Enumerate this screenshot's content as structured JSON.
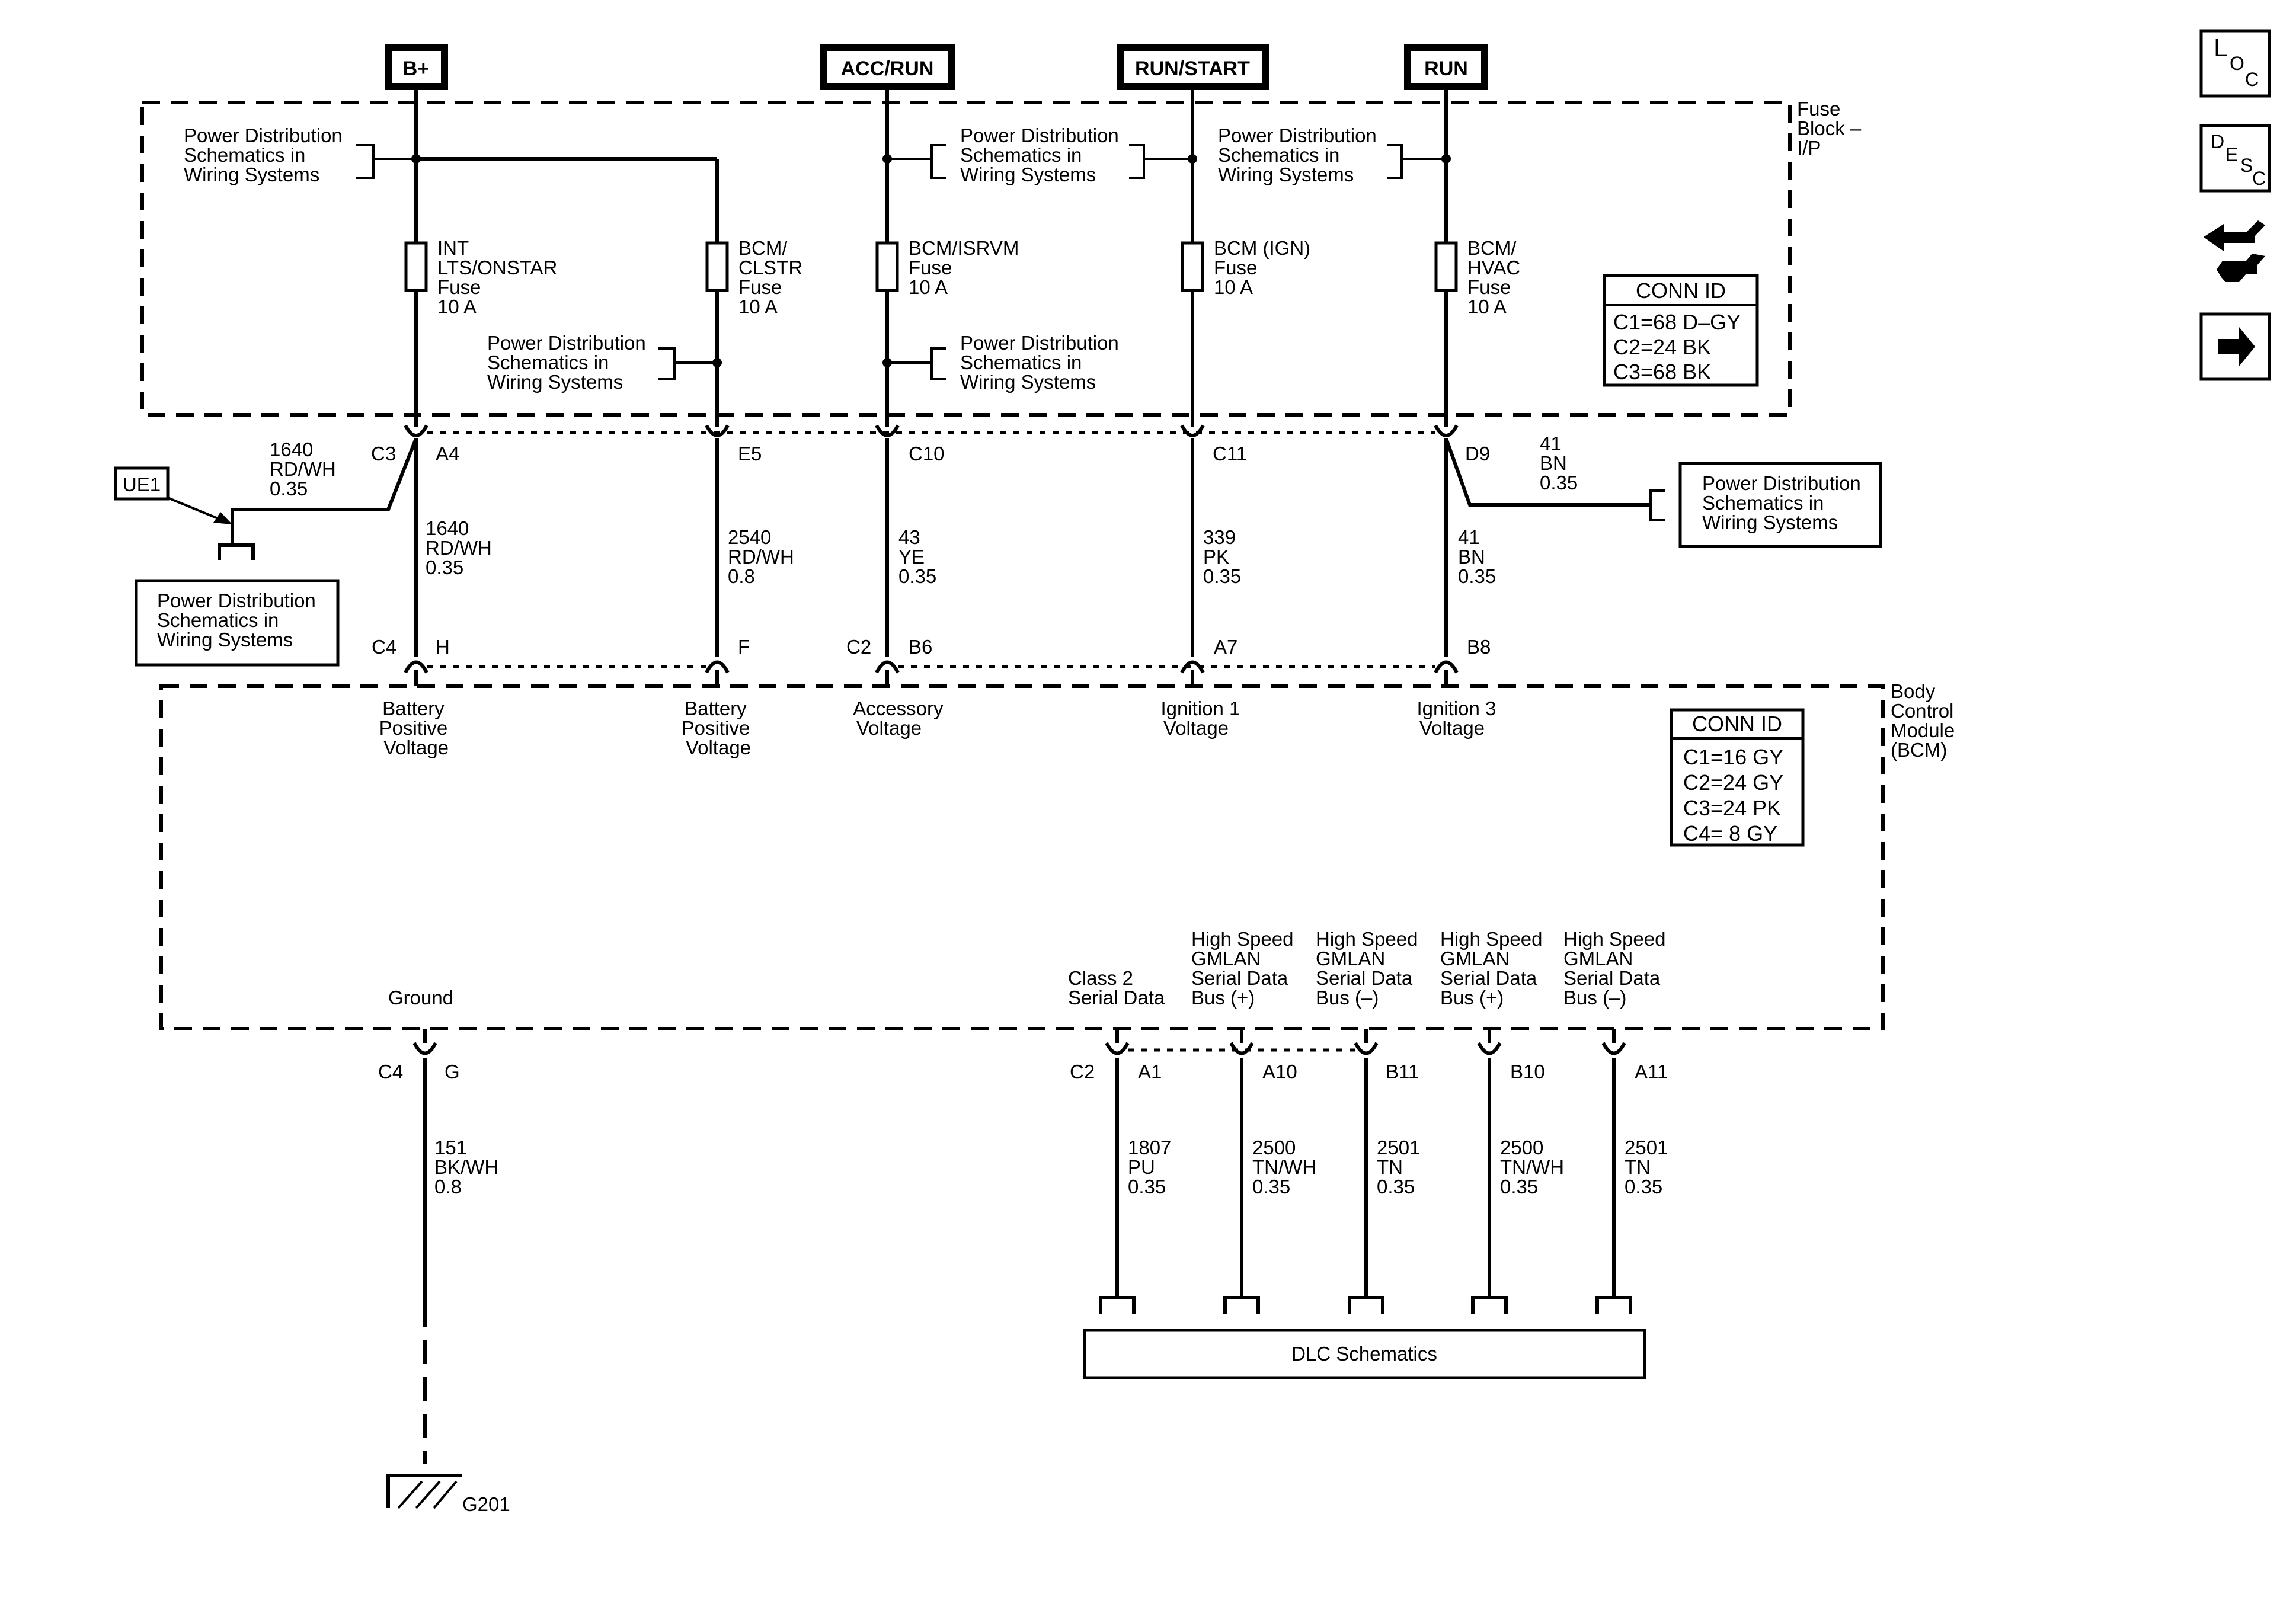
{
  "power_sources": [
    "B+",
    "ACC/RUN",
    "RUN/START",
    "RUN"
  ],
  "fuse_block": {
    "label": [
      "Fuse",
      "Block –",
      "I/P"
    ],
    "conn_id": {
      "title": "CONN ID",
      "rows": [
        "C1=68 D–GY",
        "C2=24 BK",
        "C3=68 BK"
      ]
    },
    "fuses": [
      [
        "INT",
        "LTS/ONSTAR",
        "Fuse",
        "10 A"
      ],
      [
        "BCM/",
        "CLSTR",
        "Fuse",
        "10 A"
      ],
      [
        "BCM/ISRVM",
        "Fuse",
        "10 A"
      ],
      [
        "BCM (IGN)",
        "Fuse",
        "10 A"
      ],
      [
        "BCM/",
        "HVAC",
        "Fuse",
        "10 A"
      ]
    ],
    "pds": [
      "Power Distribution",
      "Schematics in",
      "Wiring Systems"
    ],
    "pins": [
      "C3",
      "A4",
      "E5",
      "C10",
      "C11",
      "D9"
    ]
  },
  "ue1": {
    "label": "UE1",
    "wire": [
      "1640",
      "RD/WH",
      "0.35"
    ]
  },
  "d9_wire": [
    "41",
    "BN",
    "0.35"
  ],
  "wires_mid": [
    [
      "1640",
      "RD/WH",
      "0.35"
    ],
    [
      "2540",
      "RD/WH",
      "0.8"
    ],
    [
      "43",
      "YE",
      "0.35"
    ],
    [
      "339",
      "PK",
      "0.35"
    ],
    [
      "41",
      "BN",
      "0.35"
    ]
  ],
  "bcm_pins_top": [
    "C4",
    "H",
    "F",
    "C2",
    "B6",
    "A7",
    "B8"
  ],
  "bcm": {
    "label": [
      "Body",
      "Control",
      "Module",
      "(BCM)"
    ],
    "conn_id": {
      "title": "CONN ID",
      "rows": [
        "C1=16 GY",
        "C2=24 GY",
        "C3=24 PK",
        "C4=  8 GY"
      ]
    },
    "inputs": [
      [
        "Battery",
        "Positive",
        "Voltage"
      ],
      [
        "Battery",
        "Positive",
        "Voltage"
      ],
      [
        "Accessory",
        "Voltage"
      ],
      [
        "Ignition 1",
        "Voltage"
      ],
      [
        "Ignition 3",
        "Voltage"
      ]
    ],
    "ground": "Ground",
    "class2": [
      "Class 2",
      "Serial Data"
    ],
    "gmlan": [
      [
        "High Speed",
        "GMLAN",
        "Serial Data",
        "Bus (+)"
      ],
      [
        "High Speed",
        "GMLAN",
        "Serial Data",
        "Bus (–)"
      ],
      [
        "High Speed",
        "GMLAN",
        "Serial Data",
        "Bus (+)"
      ],
      [
        "High Speed",
        "GMLAN",
        "Serial Data",
        "Bus (–)"
      ]
    ]
  },
  "bottom_pins": [
    "C4",
    "G",
    "C2",
    "A1",
    "A10",
    "B11",
    "B10",
    "A11"
  ],
  "ground_wire": [
    "151",
    "BK/WH",
    "0.8"
  ],
  "ground_label": "G201",
  "dlc_wires": [
    [
      "1807",
      "PU",
      "0.35"
    ],
    [
      "2500",
      "TN/WH",
      "0.35"
    ],
    [
      "2501",
      "TN",
      "0.35"
    ],
    [
      "2500",
      "TN/WH",
      "0.35"
    ],
    [
      "2501",
      "TN",
      "0.35"
    ]
  ],
  "dlc": "DLC Schematics",
  "nav": {
    "loc": [
      "L",
      "O",
      "C"
    ],
    "desc": [
      "D",
      "E",
      "S",
      "C"
    ]
  }
}
